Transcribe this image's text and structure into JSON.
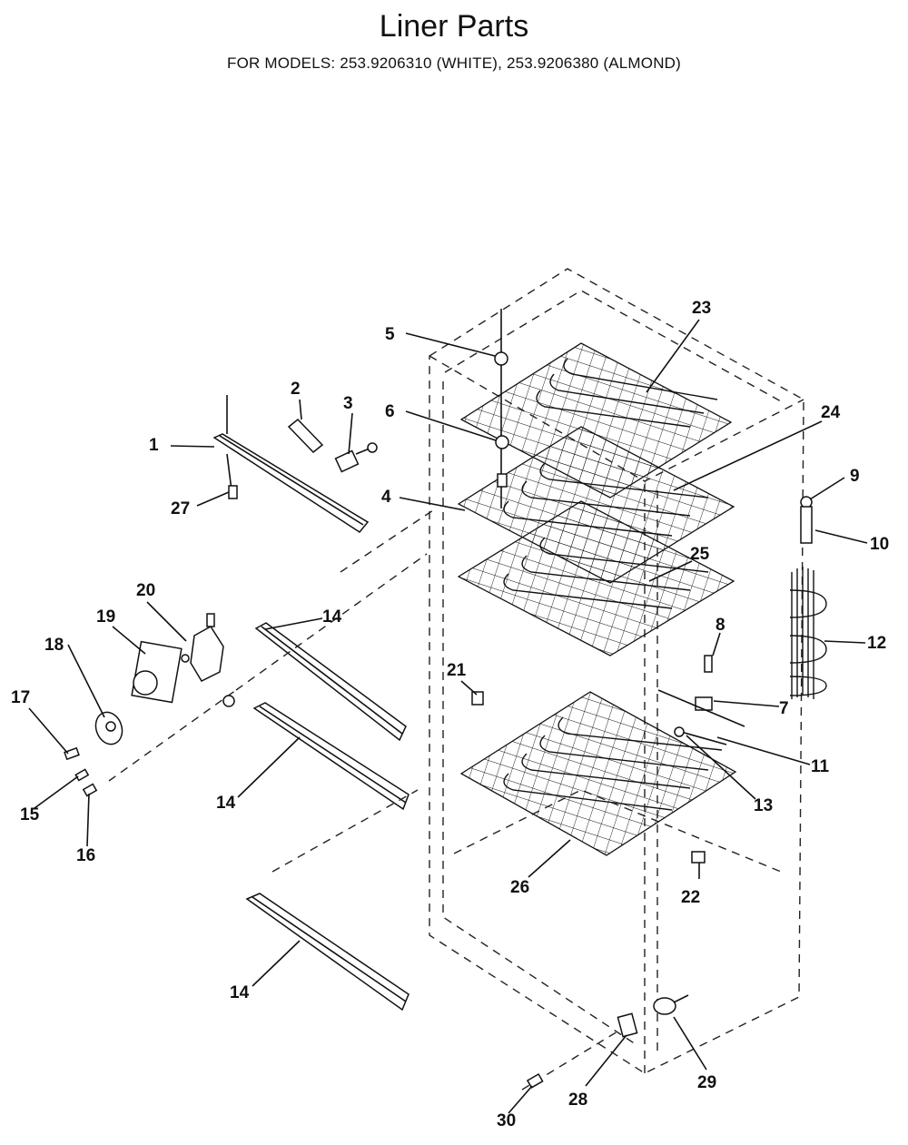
{
  "header": {
    "title": "Liner Parts",
    "subtitle": "FOR MODELS:  253.9206310  (WHITE), 253.9206380  (ALMOND)"
  },
  "callouts": {
    "p1": "1",
    "p2": "2",
    "p3": "3",
    "p4": "4",
    "p5": "5",
    "p6": "6",
    "p7": "7",
    "p8": "8",
    "p9": "9",
    "p10": "10",
    "p11": "11",
    "p12": "12",
    "p13": "13",
    "p14a": "14",
    "p14b": "14",
    "p14c": "14",
    "p15": "15",
    "p16": "16",
    "p17": "17",
    "p18": "18",
    "p19": "19",
    "p20": "20",
    "p21": "21",
    "p22": "22",
    "p23": "23",
    "p24": "24",
    "p25": "25",
    "p26": "26",
    "p27": "27",
    "p28": "28",
    "p29": "29",
    "p30": "30"
  }
}
